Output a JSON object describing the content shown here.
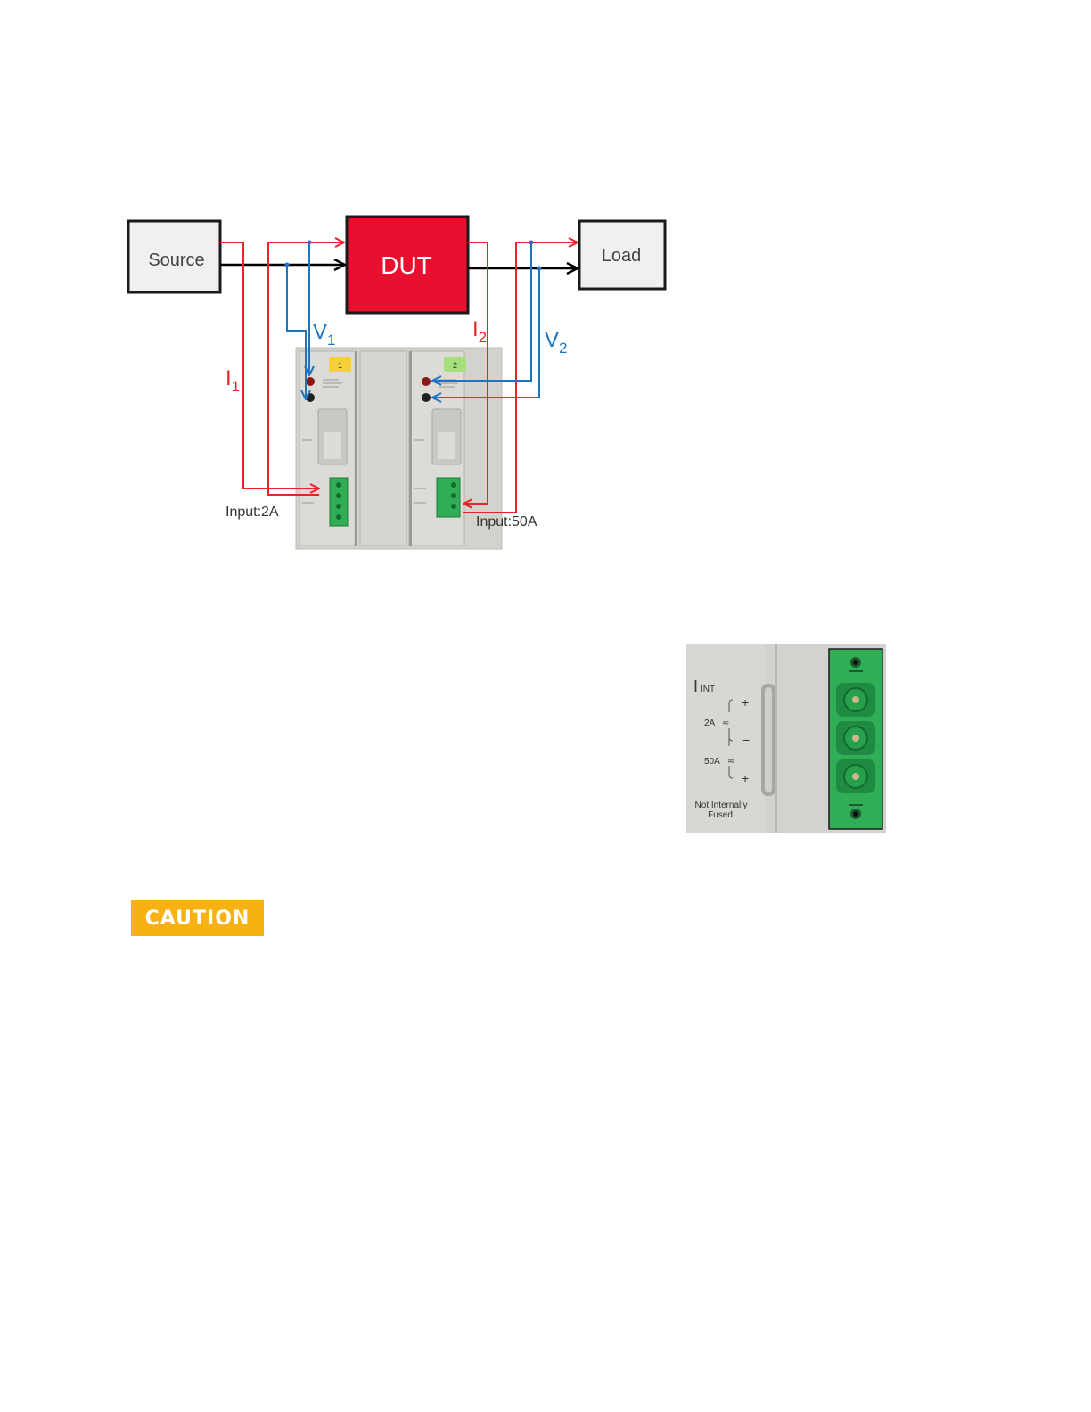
{
  "diagram": {
    "source_label": "Source",
    "dut_label": "DUT",
    "load_label": "Load",
    "v1": {
      "main": "V",
      "sub": "1"
    },
    "v2": {
      "main": "V",
      "sub": "2"
    },
    "i1": {
      "main": "I",
      "sub": "1"
    },
    "i2": {
      "main": "I",
      "sub": "2"
    },
    "input_left": "Input:2A",
    "input_right": "Input:50A",
    "channel_1": "1",
    "channel_2": "2",
    "colors": {
      "current": "#e8242b",
      "voltage": "#1e74c4",
      "dut_fill": "#e8102e",
      "box_fill": "#f0f0ee"
    }
  },
  "connector_photo": {
    "i_label": "I",
    "i_sub": "INT",
    "plus_top": "+",
    "range_2a": "2A",
    "minus": "−",
    "range_50a": "50A",
    "plus_bottom": "+",
    "fuse_note_line1": "Not Internally",
    "fuse_note_line2": "Fused",
    "connector_color": "#2fae56"
  },
  "caution_label": "CAUTION",
  "caution_color": "#f8b113"
}
